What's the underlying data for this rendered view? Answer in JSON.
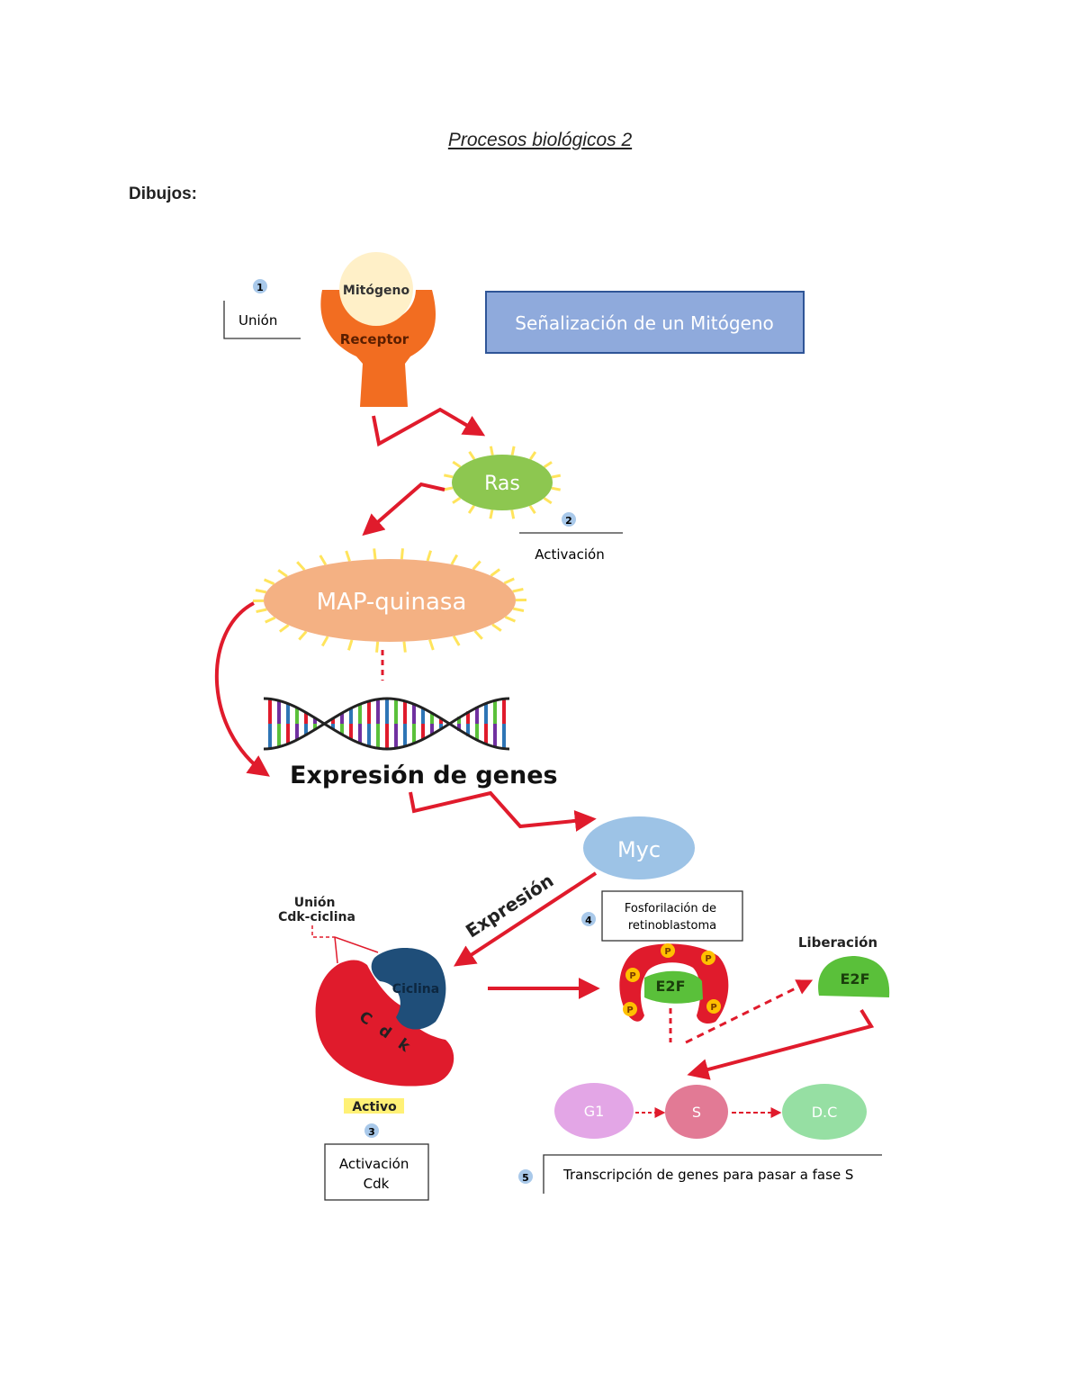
{
  "document": {
    "title": "Procesos biológicos 2",
    "section": "Dibujos:"
  },
  "diagram": {
    "banner": "Señalización de un Mitógeno",
    "mitogen": "Mitógeno",
    "receptor": "Receptor",
    "ras": "Ras",
    "map_kinase": "MAP-quinasa",
    "gene_expression": "Expresión de genes",
    "myc": "Myc",
    "expression_arrow": "Expresión",
    "cdk_union": "Unión\nCdk-ciclina",
    "cyclin": "Ciclina",
    "cdk": "Cdk",
    "active": "Activo",
    "e2f_bound": "E2F",
    "e2f_free": "E2F",
    "release": "Liberación",
    "phosphate": "P",
    "phases": [
      "G1",
      "S",
      "D.C"
    ],
    "steps": [
      {
        "num": "1",
        "label": "Unión"
      },
      {
        "num": "2",
        "label": "Activación"
      },
      {
        "num": "3",
        "label": "Activación\nCdk"
      },
      {
        "num": "4",
        "label": "Fosforilación de\nretinoblastoma"
      },
      {
        "num": "5",
        "label": "Transcripción de genes para pasar a fase S"
      }
    ]
  },
  "colors": {
    "arrow": "#e01b2c",
    "receptor": "#f26d21",
    "mitogen": "#fff0c8",
    "ras": "#8dc750",
    "map_kinase": "#f4b183",
    "myc": "#9dc3e6",
    "banner_fill": "#8faadc",
    "banner_border": "#2f5597",
    "cyclin": "#1f4e79",
    "cdk": "#e01b2c",
    "e2f": "#5ac03a",
    "phosphate": "#ffc000",
    "g1": "#e3a6e6",
    "s": "#e27a95",
    "dc": "#96dfa3",
    "step_badge": "#a9c9ea",
    "spikes": "#ffe45c",
    "active_highlight": "#fff176"
  }
}
